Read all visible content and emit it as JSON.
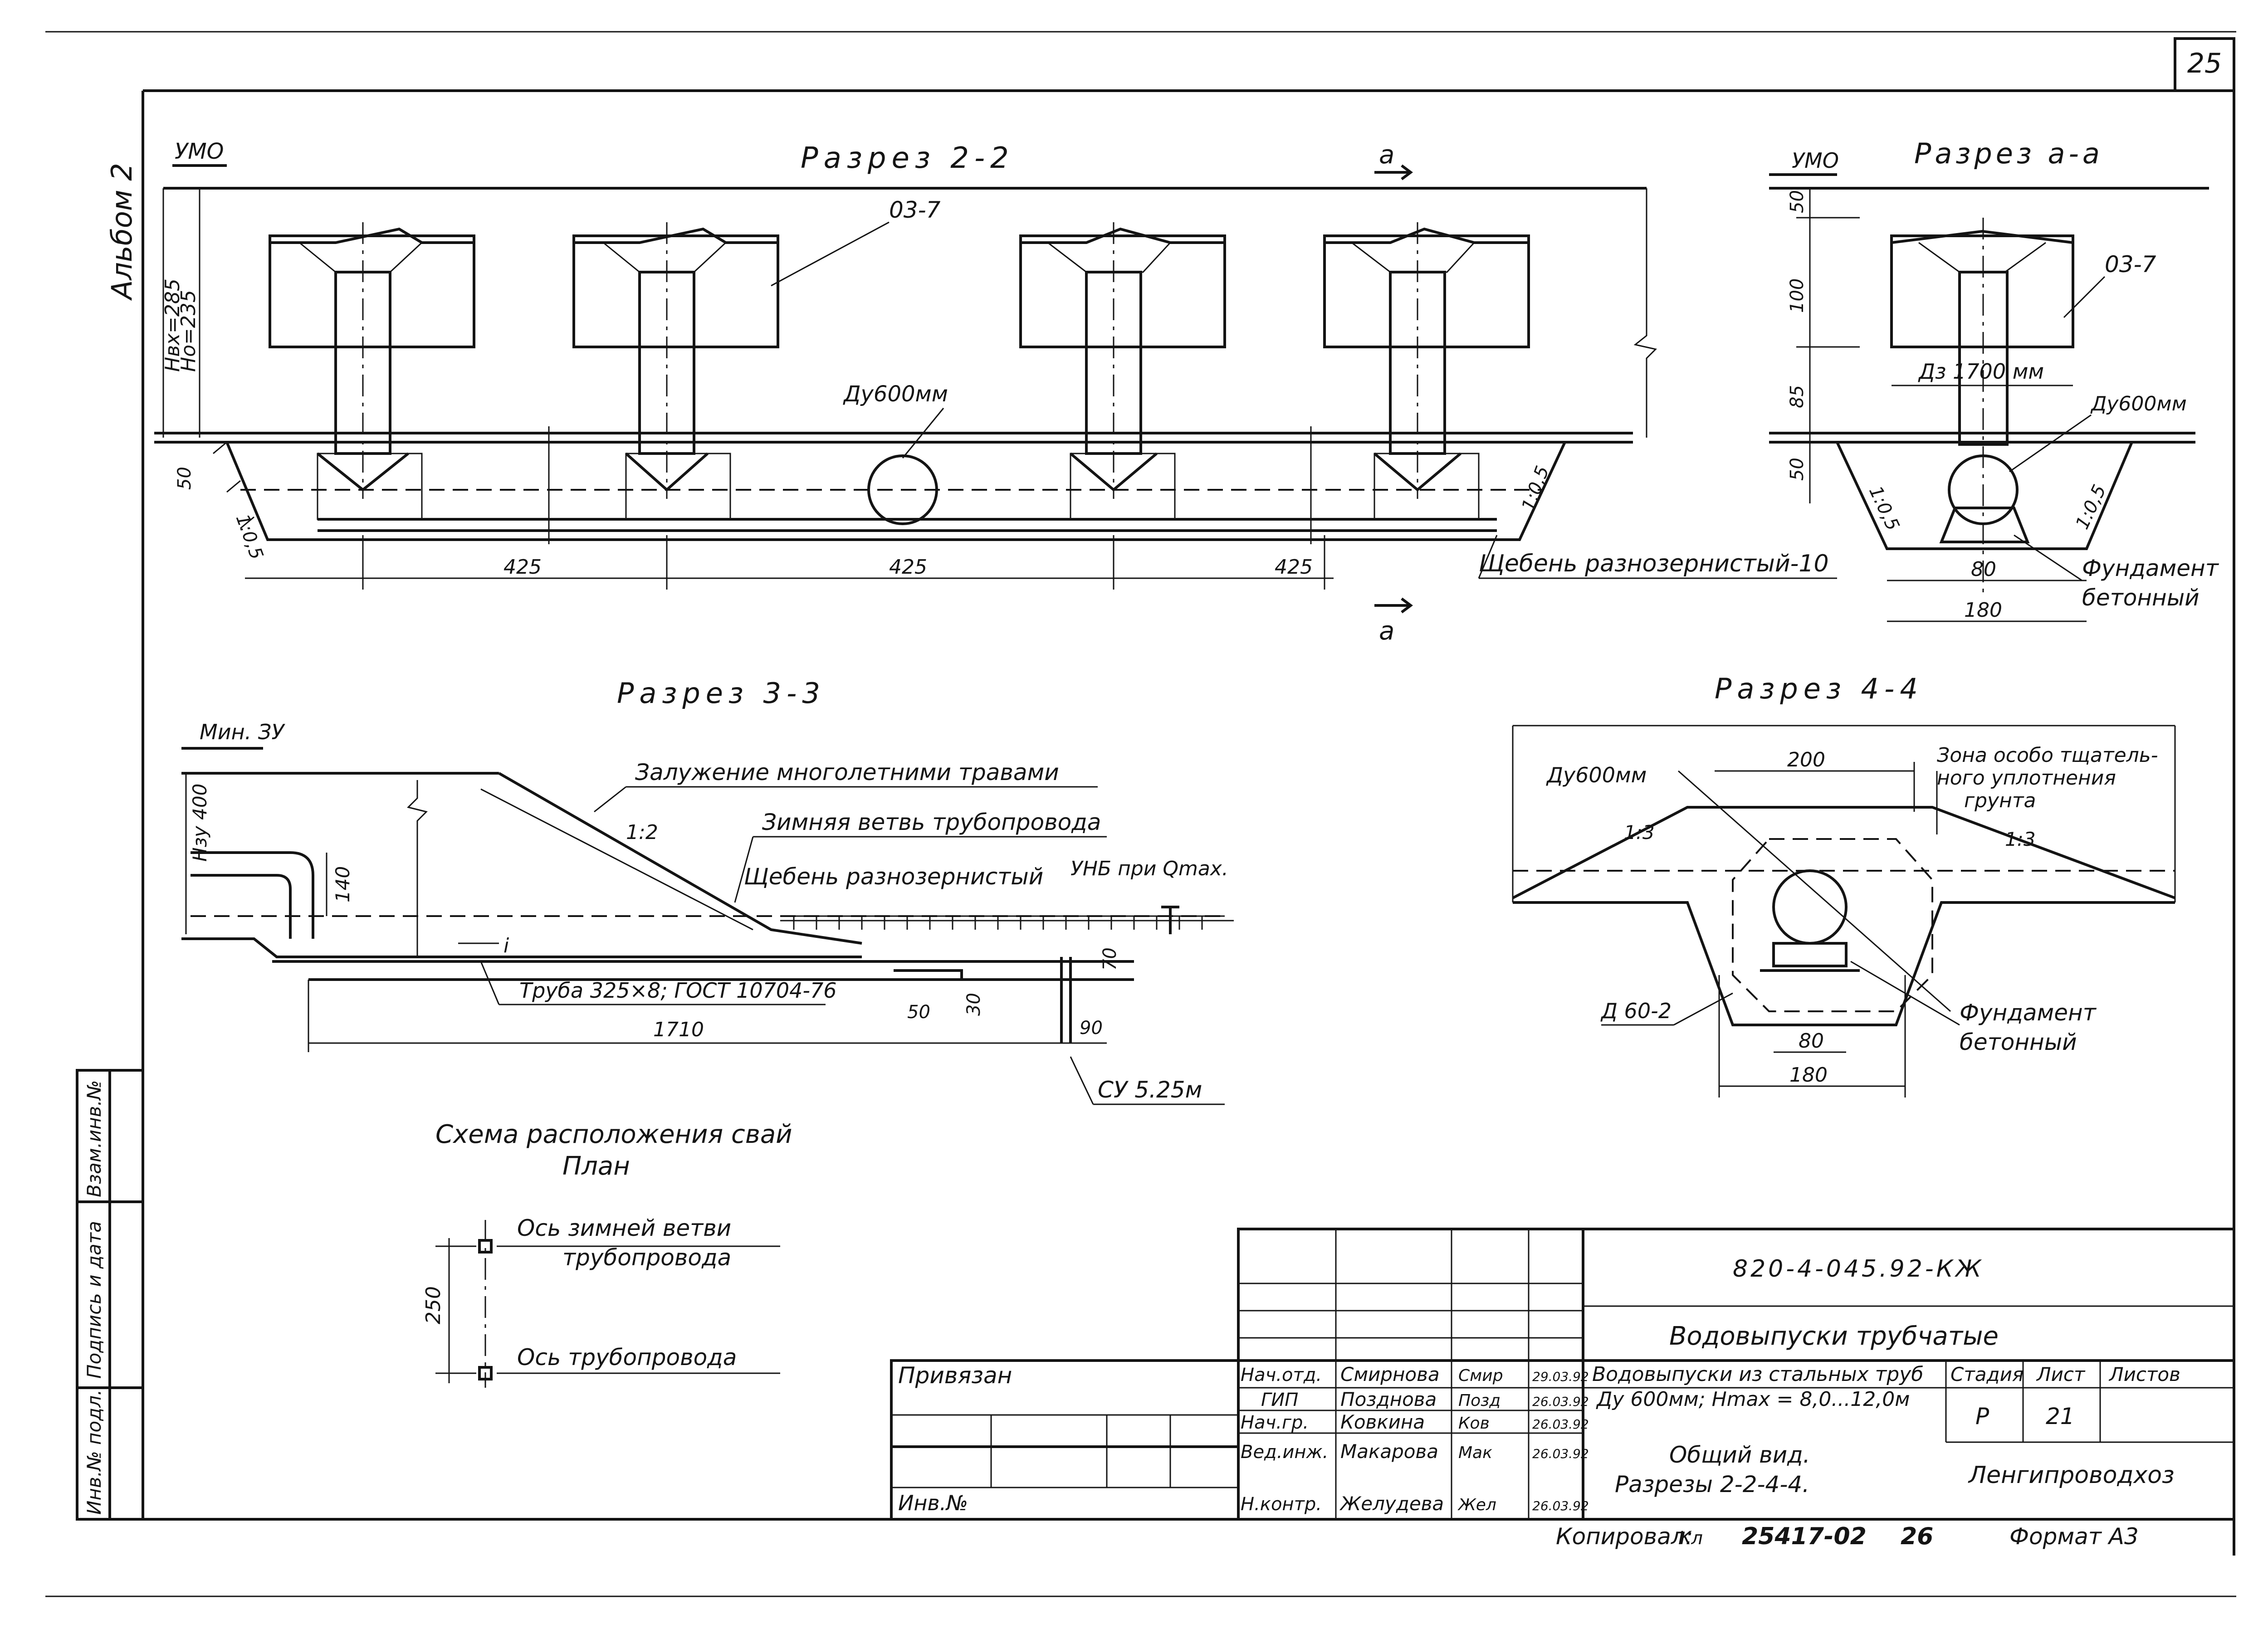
{
  "sheet": {
    "page_number": "25",
    "album": "Альбом 2",
    "copied_by": "Копировал:",
    "copier_sign": "Кл",
    "order_no": "25417-02",
    "order_sheet": "26",
    "format": "Формат А3"
  },
  "section_2_2": {
    "title": "Разрез 2-2",
    "umo": "УМО",
    "h_vx": "Hвх=285",
    "h_o": "Hо=235",
    "pipe_label": "Дy600мм",
    "block_label": "03-7",
    "cut_letter_top": "а",
    "cut_letter_bottom": "а",
    "dim_50": "50",
    "slope_left": "1:0,5",
    "slope_right": "1:0,5",
    "spans": [
      "425",
      "425",
      "425"
    ],
    "gravel": "Щебень разнозернистый-10"
  },
  "section_a_a": {
    "title": "Разрез а-а",
    "umo": "УМО",
    "dims_vertical": [
      "50",
      "100",
      "85",
      "50"
    ],
    "block_label": "03-7",
    "dz_label": "Дз 1700 мм",
    "pipe_label": "Дy600мм",
    "slope_left": "1:0,5",
    "slope_right": "1:0,5",
    "dim_80": "80",
    "dim_180": "180",
    "foundation_1": "Фундамент",
    "foundation_2": "бетонный"
  },
  "section_3_3": {
    "title": "Разрез 3-3",
    "min_level": "Мин. ЗУ",
    "h_zu": "Hзу 400",
    "dim_140": "140",
    "slope": "1:2",
    "slope_mark": "i",
    "grass": "Залужение многолетними травами",
    "winter_branch": "Зимняя ветвь трубопровода",
    "gravel": "Щебень разнозернистый",
    "unb": "УНБ при Qmax.",
    "pipe": "Труба 325×8; ГОСТ 10704-76",
    "dim_50": "50",
    "dim_30": "30",
    "dim_70": "70",
    "dim_1710": "1710",
    "dim_90": "90",
    "pile": "СУ 5.25м"
  },
  "section_4_4": {
    "title": "Разрез 4-4",
    "pipe_label": "Дy600мм",
    "dim_200": "200",
    "zone_1": "Зона особо тщатель-",
    "zone_2": "ного уплотнения",
    "zone_3": "грунта",
    "slope_left": "1:3",
    "slope_right": "1:3",
    "ring": "Д 60-2",
    "dim_80": "80",
    "dim_180": "180",
    "foundation_1": "Фундамент",
    "foundation_2": "бетонный"
  },
  "pile_scheme": {
    "title_1": "Схема расположения свай",
    "title_2": "План",
    "axis_winter_1": "Ось зимней ветви",
    "axis_winter_2": "трубопровода",
    "axis_pipe": "Ось трубопровода",
    "dim_250": "250"
  },
  "side_stamp": {
    "inv_podl": "Инв.№ подл.",
    "sign_date": "Подпись и дата",
    "vzam_inv": "Взам.инв.№"
  },
  "title_block": {
    "code": "820-4-045.92-КЖ",
    "project": "Водовыпуски трубчатые",
    "object_1": "Водовыпуски из стальных труб",
    "object_2": "Ду 600мм; Hmax = 8,0...12,0м",
    "sheet_name_1": "Общий вид.",
    "sheet_name_2": "Разрезы 2-2-4-4.",
    "stage_label": "Стадия",
    "sheet_label": "Лист",
    "sheets_label": "Листов",
    "stage": "Р",
    "sheet": "21",
    "org": "Ленгипроводхоз",
    "privyazan": "Привязан",
    "inv_no": "Инв.№",
    "signers": [
      {
        "role": "Нач.отд.",
        "name": "Смирнова",
        "sign": "Смир",
        "date": "29.03.92"
      },
      {
        "role": "ГИП",
        "name": "Позднова",
        "sign": "Позд",
        "date": "26.03.92"
      },
      {
        "role": "Нач.гр.",
        "name": "Ковкина",
        "sign": "Ков",
        "date": "26.03.92"
      },
      {
        "role": "Вед.инж.",
        "name": "Макарова",
        "sign": "Мак",
        "date": "26.03.92"
      },
      {
        "role": "Н.контр.",
        "name": "Желудева",
        "sign": "Жел",
        "date": "26.03.92"
      }
    ]
  }
}
